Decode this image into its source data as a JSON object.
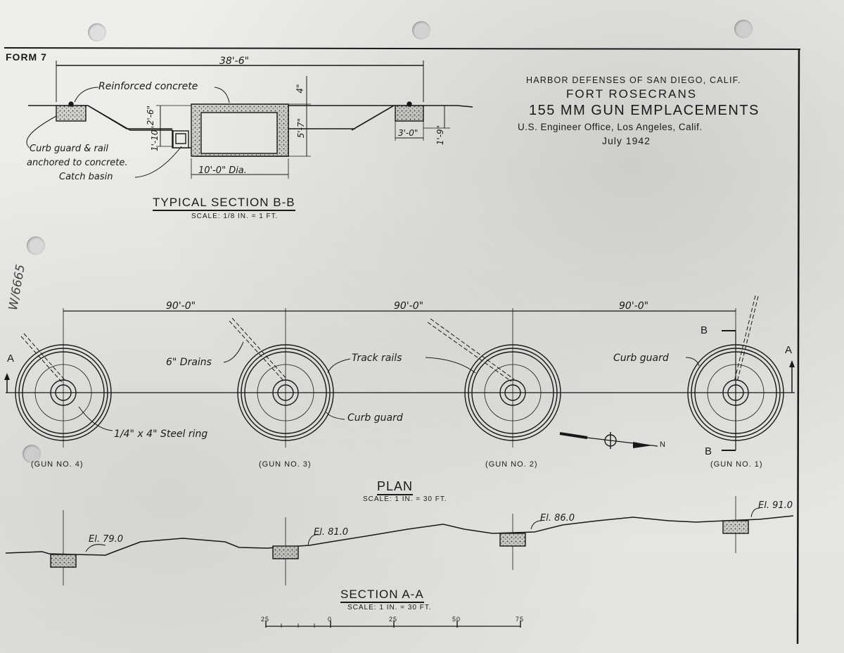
{
  "form_label": "FORM 7",
  "title_block": {
    "line1": "HARBOR DEFENSES OF SAN DIEGO, CALIF.",
    "line2": "FORT ROSECRANS",
    "line3": "155 MM GUN EMPLACEMENTS",
    "line4": "U.S. Engineer Office, Los Angeles, Calif.",
    "line5": "July 1942"
  },
  "section_bb": {
    "overall_dim": "38'-6\"",
    "label_concrete": "Reinforced concrete",
    "dim_4": "4\"",
    "dim_26": "2'-6\"",
    "dim_57": "5'-7\"",
    "dim_110": "1'-10\"",
    "dim_30": "3'-0\"",
    "dim_19": "1'-9\"",
    "dim_dia": "10'-0\" Dia.",
    "note_curb_line1": "Curb guard & rail",
    "note_curb_line2": "anchored to concrete.",
    "note_catch": "Catch basin",
    "title": "TYPICAL SECTION B-B",
    "scale": "SCALE: 1/8 IN. = 1 FT."
  },
  "plan": {
    "spacing": [
      "90'-0\"",
      "90'-0\"",
      "90'-0\""
    ],
    "label_drains": "6\" Drains",
    "label_track": "Track rails",
    "label_curb_guard_top": "Curb guard",
    "label_curb_guard_bottom": "Curb guard",
    "label_steel_ring": "1/4\" x 4\" Steel ring",
    "section_marker_a": "A",
    "section_marker_b": "B",
    "north": "N",
    "guns": [
      "(GUN NO. 4)",
      "(GUN NO. 3)",
      "(GUN NO. 2)",
      "(GUN NO. 1)"
    ],
    "title": "PLAN",
    "scale": "SCALE: 1 IN. = 30 FT."
  },
  "section_aa": {
    "elevations": [
      "El. 79.0",
      "El. 81.0",
      "El. 86.0",
      "El. 91.0"
    ],
    "title": "SECTION A-A",
    "scale": "SCALE: 1 IN. = 30 FT.",
    "scale_ticks": [
      "25",
      "0",
      "25",
      "50",
      "75"
    ]
  },
  "margin_note": "W/6665",
  "colors": {
    "ink": "#1a1a1a",
    "paper": "#f6f6f3"
  }
}
